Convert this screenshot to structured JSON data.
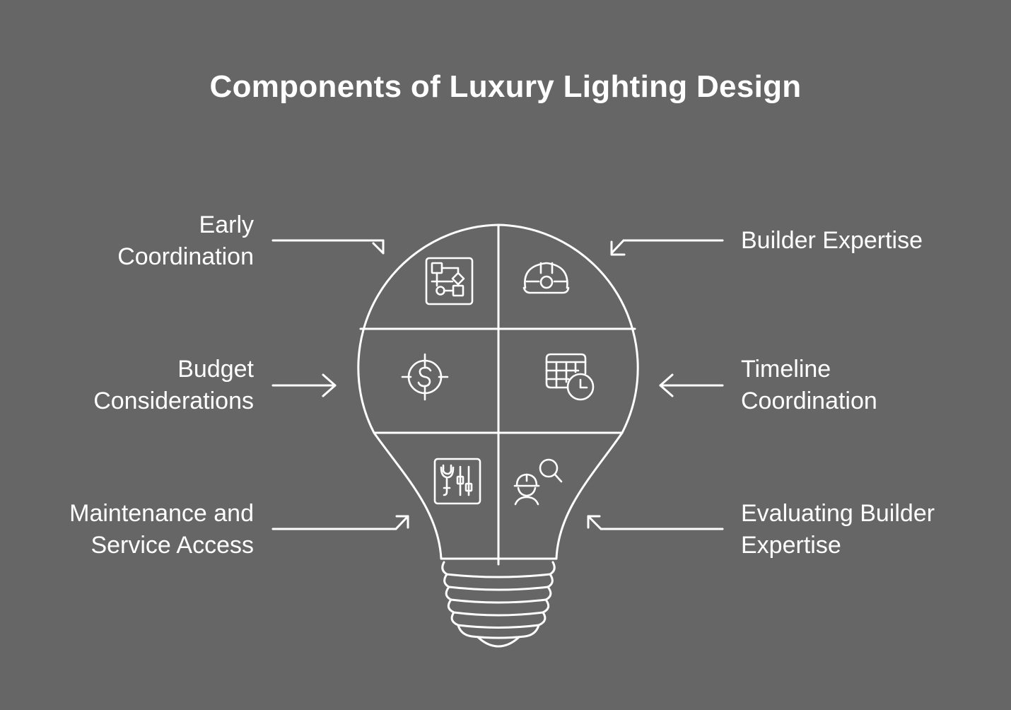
{
  "title": "Components of Luxury Lighting Design",
  "components": {
    "early_coordination": "Early\nCoordination",
    "builder_expertise": "Builder Expertise",
    "budget_considerations": "Budget\nConsiderations",
    "timeline_coordination": "Timeline\nCoordination",
    "maintenance_service_access": "Maintenance and\nService Access",
    "evaluating_builder_expertise": "Evaluating Builder\nExpertise"
  },
  "icons": {
    "early_coordination": "flowchart-icon",
    "builder_expertise": "hard-hat-icon",
    "budget_considerations": "dollar-target-icon",
    "timeline_coordination": "calendar-clock-icon",
    "maintenance_service_access": "tools-panel-icon",
    "evaluating_builder_expertise": "worker-search-icon"
  },
  "colors": {
    "background": "#666666",
    "foreground": "#ffffff"
  }
}
